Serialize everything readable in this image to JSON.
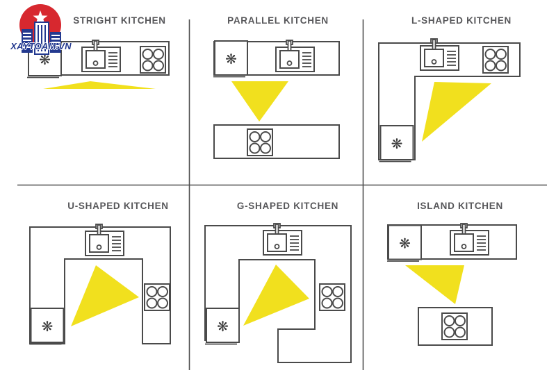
{
  "watermark": {
    "text": "XAYTOAM.VN"
  },
  "colors": {
    "background": "#ffffff",
    "triangle": "#F1E01E",
    "outline": "#4a4a4a",
    "title": "#57575a",
    "logo_red": "#d7282f",
    "logo_blue": "#23398f"
  },
  "panels": [
    {
      "title": "STRIGHT KITCHEN",
      "layout": "single straight counter, flat work triangle",
      "appliances": [
        "fridge",
        "sink",
        "stove"
      ]
    },
    {
      "title": "PARALLEL KITCHEN",
      "layout": "two parallel counters",
      "appliances": [
        "fridge",
        "sink",
        "stove"
      ]
    },
    {
      "title": "L-SHAPED KITCHEN",
      "layout": "L-shaped counter",
      "appliances": [
        "sink",
        "stove",
        "fridge"
      ]
    },
    {
      "title": "U-SHAPED KITCHEN",
      "layout": "U-shaped counter",
      "appliances": [
        "sink",
        "fridge",
        "stove"
      ]
    },
    {
      "title": "G-SHAPED KITCHEN",
      "layout": "G-shaped counter with peninsula",
      "appliances": [
        "sink",
        "fridge",
        "stove"
      ]
    },
    {
      "title": "ISLAND KITCHEN",
      "layout": "straight counter plus island",
      "appliances": [
        "fridge",
        "sink",
        "stove"
      ]
    }
  ],
  "icons": {
    "fridge": {
      "name": "snowflake-icon",
      "glyph": "❋"
    },
    "sink": {
      "name": "sink-icon"
    },
    "stove": {
      "name": "stove-burners-icon"
    },
    "work_area": {
      "name": "work-triangle"
    }
  }
}
